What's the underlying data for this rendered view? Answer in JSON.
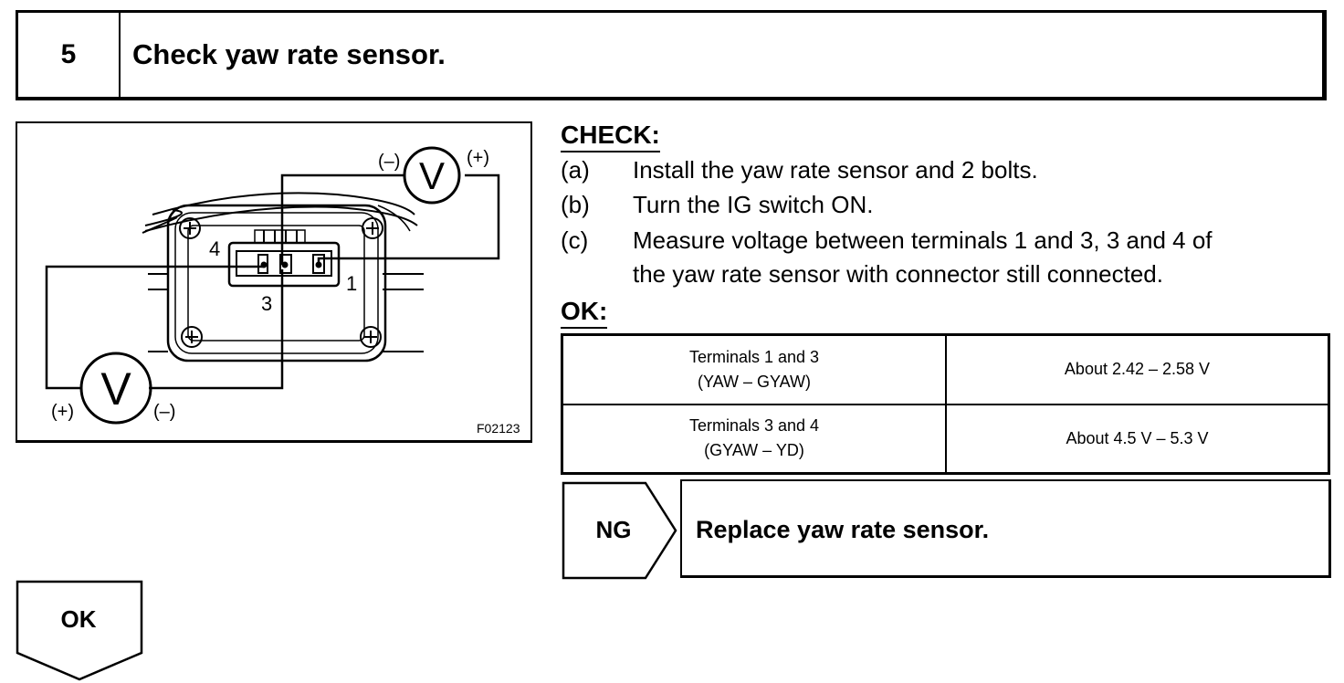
{
  "step": {
    "number": "5",
    "title": "Check yaw rate sensor."
  },
  "figure": {
    "code": "F02123",
    "meter_symbol": "V",
    "polarity_minus": "(–)",
    "polarity_plus": "(+)",
    "terminals": [
      "4",
      "3",
      "1"
    ]
  },
  "check": {
    "heading": "CHECK:",
    "steps": [
      {
        "letter": "(a)",
        "text": "Install the yaw rate sensor and 2 bolts."
      },
      {
        "letter": "(b)",
        "text": "Turn the IG switch ON."
      },
      {
        "letter": "(c)",
        "text": "Measure voltage between terminals 1 and 3, 3 and 4 of",
        "text2": "the yaw rate sensor with connector still connected."
      }
    ]
  },
  "ok": {
    "heading": "OK:",
    "table": [
      {
        "terminals": "Terminals 1 and 3",
        "signals": "(YAW – GYAW)",
        "value": "About 2.42 – 2.58 V"
      },
      {
        "terminals": "Terminals 3 and 4",
        "signals": "(GYAW – YD)",
        "value": "About 4.5 V – 5.3 V"
      }
    ]
  },
  "ng": {
    "label": "NG",
    "action": "Replace yaw rate sensor."
  },
  "ok_flow": {
    "label": "OK"
  }
}
